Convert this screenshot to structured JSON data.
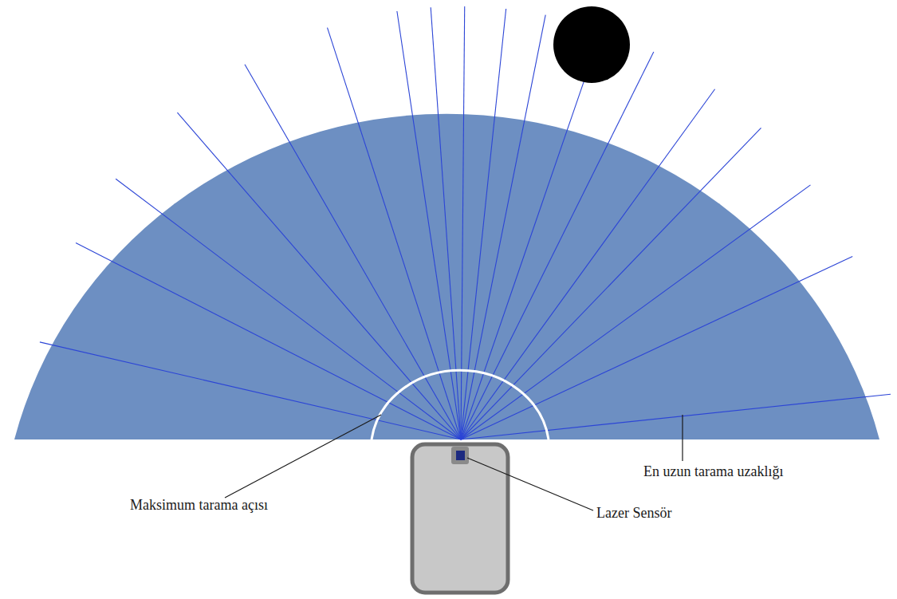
{
  "diagram": {
    "labels": [
      "Maksimum tarama açısı",
      "Lazer Sensör",
      "En uzun tarama uzaklığı"
    ]
  }
}
